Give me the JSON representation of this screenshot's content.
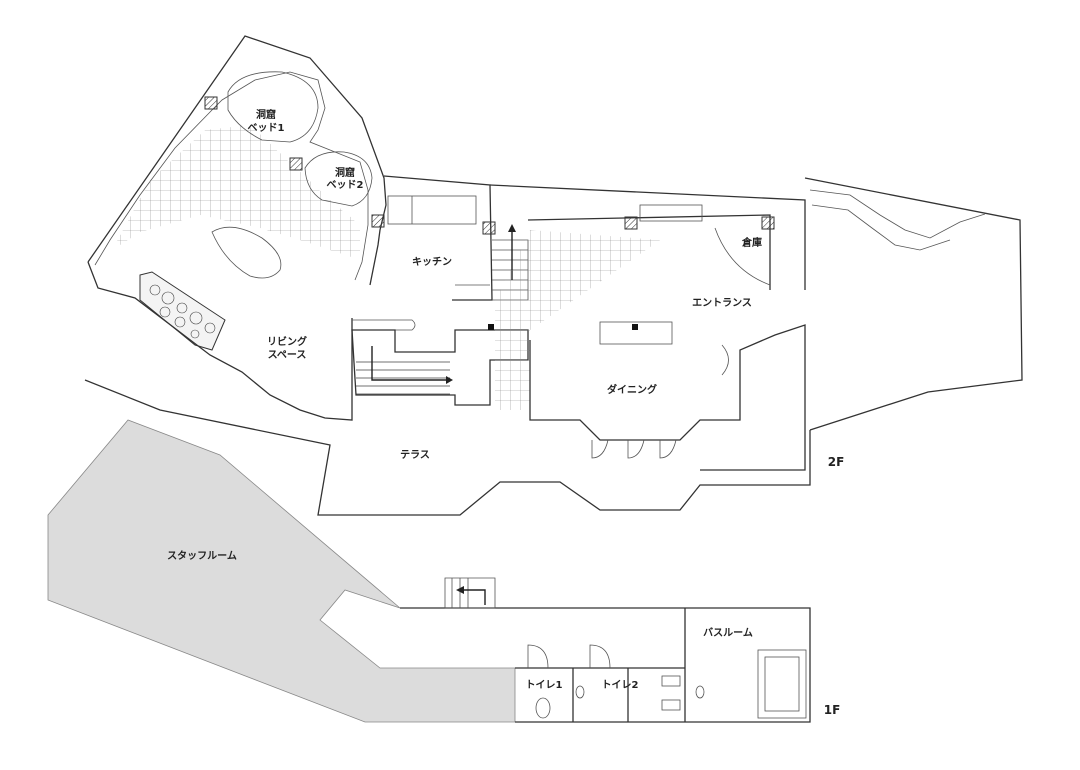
{
  "rooms": {
    "cave_bed_1": [
      "洞窟",
      "ベッド1"
    ],
    "cave_bed_2": [
      "洞窟",
      "ベッド2"
    ],
    "kitchen": "キッチン",
    "storage": "倉庫",
    "entrance": "エントランス",
    "living_space": [
      "リビング",
      "スペース"
    ],
    "dining": "ダイニング",
    "terrace": "テラス",
    "staff_room": "スタッフルーム",
    "bathroom": "バスルーム",
    "toilet_1": "トイレ1",
    "toilet_2": "トイレ2"
  },
  "floors": {
    "upper": "2F",
    "lower": "1F"
  },
  "colors": {
    "wall": "#333333",
    "tile_grid": "#8a8a8a",
    "staff_room_fill": "#dcdcdc"
  }
}
